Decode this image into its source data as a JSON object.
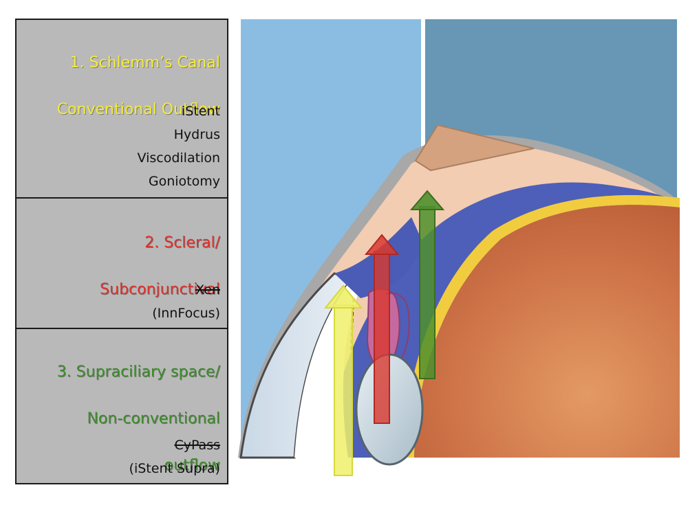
{
  "sections": [
    {
      "title_line1": "1. Schlemm’s Canal",
      "title_line2": "Conventional Outflow",
      "title_color": "#f4ec3a",
      "items": [
        "iStent",
        "Hydrus",
        "Viscodilation",
        "Goniotomy"
      ]
    },
    {
      "title_line1": "2. Scleral/",
      "title_line2": "Subconjunctival",
      "title_color": "#e0302a",
      "items": [
        "Xen",
        "(InnFocus)"
      ]
    },
    {
      "title_line1": "3. Supraciliary space/",
      "title_line2": "Non-conventional",
      "title_line3": "outflow",
      "title_color": "#3c8c2a",
      "items": [
        "CyPass",
        "(iStent Supra)"
      ]
    }
  ],
  "arrow_colors": {
    "yellow": "#eef06a",
    "red": "#d83a30",
    "green": "#4f8f2d"
  }
}
